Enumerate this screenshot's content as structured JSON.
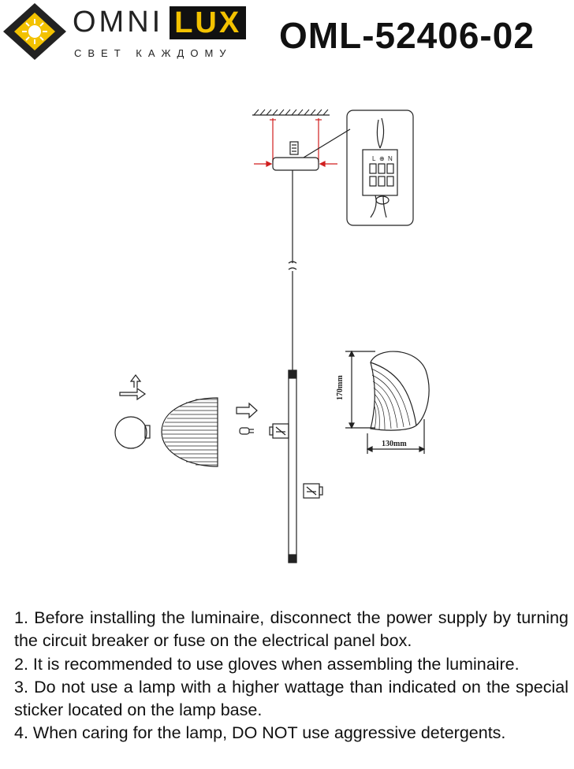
{
  "header": {
    "brand_left": "OMNI",
    "brand_right": "LUX",
    "tagline": "СВЕТ КАЖДОМУ",
    "model": "OML-52406-02"
  },
  "diagram": {
    "terminal_labels": [
      "L",
      "⊕",
      "N"
    ],
    "dimension_height": "170mm",
    "dimension_width": "130mm"
  },
  "instructions": [
    "1. Before installing the luminaire, disconnect the power supply by turning the circuit breaker or fuse on the electrical panel box.",
    "2. It is recommended to use gloves when assembling the luminaire.",
    "3. Do not use a lamp with a higher wattage than indicated on the special sticker located on the lamp base.",
    "4. When caring for the lamp, DO NOT use aggressive detergents."
  ],
  "colors": {
    "brand_yellow": "#f3c200",
    "brand_dark": "#111111",
    "accent_red": "#d01f1f"
  }
}
